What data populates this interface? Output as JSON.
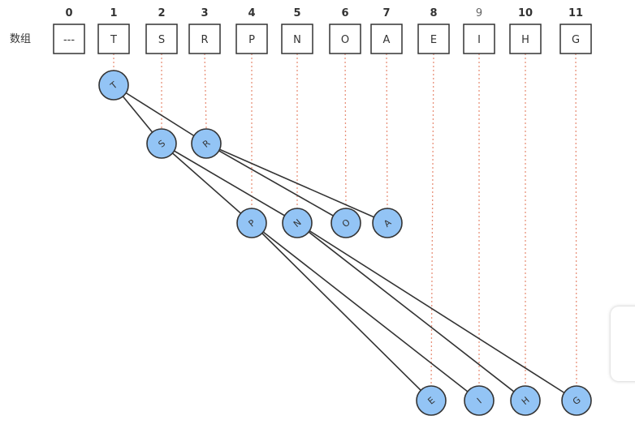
{
  "row_label": "数组",
  "array": [
    {
      "index": "0",
      "value": "---"
    },
    {
      "index": "1",
      "value": "T"
    },
    {
      "index": "2",
      "value": "S"
    },
    {
      "index": "3",
      "value": "R"
    },
    {
      "index": "4",
      "value": "P"
    },
    {
      "index": "5",
      "value": "N"
    },
    {
      "index": "6",
      "value": "O"
    },
    {
      "index": "7",
      "value": "A"
    },
    {
      "index": "8",
      "value": "E"
    },
    {
      "index": "9",
      "value": "I"
    },
    {
      "index": "10",
      "value": "H"
    },
    {
      "index": "11",
      "value": "G"
    }
  ],
  "tree": {
    "nodes": [
      "T",
      "S",
      "R",
      "P",
      "N",
      "O",
      "A",
      "E",
      "I",
      "H",
      "G"
    ],
    "edges": [
      [
        "T",
        "S"
      ],
      [
        "T",
        "R"
      ],
      [
        "S",
        "P"
      ],
      [
        "S",
        "N"
      ],
      [
        "R",
        "O"
      ],
      [
        "R",
        "A"
      ],
      [
        "P",
        "E"
      ],
      [
        "P",
        "I"
      ],
      [
        "N",
        "H"
      ],
      [
        "N",
        "G"
      ]
    ]
  },
  "colors": {
    "node_fill": "#93C4F5",
    "node_stroke": "#333333",
    "edge": "#333333",
    "guide": "#E8917A",
    "cell_stroke": "#333333"
  }
}
